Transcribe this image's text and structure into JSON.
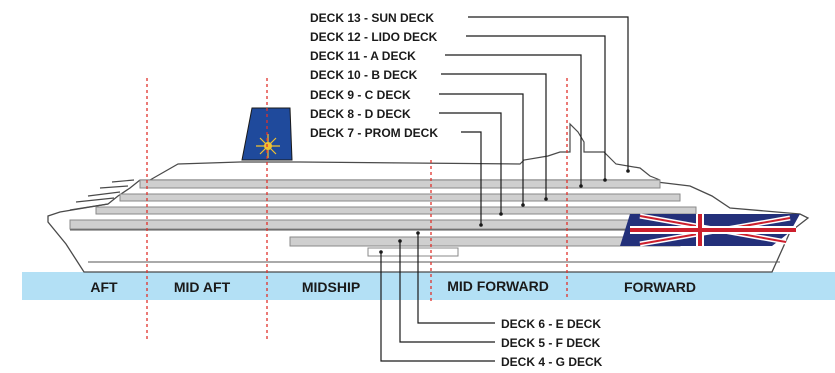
{
  "decks_upper": [
    {
      "label": "DECK 13 - SUN DECK"
    },
    {
      "label": "DECK 12 - LIDO DECK"
    },
    {
      "label": "DECK 11 - A DECK"
    },
    {
      "label": "DECK 10 - B DECK"
    },
    {
      "label": "DECK 9 - C DECK"
    },
    {
      "label": "DECK 8 - D DECK"
    },
    {
      "label": "DECK 7 - PROM DECK"
    }
  ],
  "decks_lower": [
    {
      "label": "DECK 6 - E DECK"
    },
    {
      "label": "DECK 5 - F DECK"
    },
    {
      "label": "DECK 4 - G DECK"
    }
  ],
  "zones": [
    {
      "label": "AFT"
    },
    {
      "label": "MID AFT"
    },
    {
      "label": "MIDSHIP"
    },
    {
      "label": "MID FORWARD"
    },
    {
      "label": "FORWARD"
    }
  ],
  "colors": {
    "water": "#b3e0f5",
    "divider": "#e0322c",
    "funnel": "#1f4a9c",
    "flag_red": "#cc1f2d",
    "flag_blue": "#23307a"
  }
}
